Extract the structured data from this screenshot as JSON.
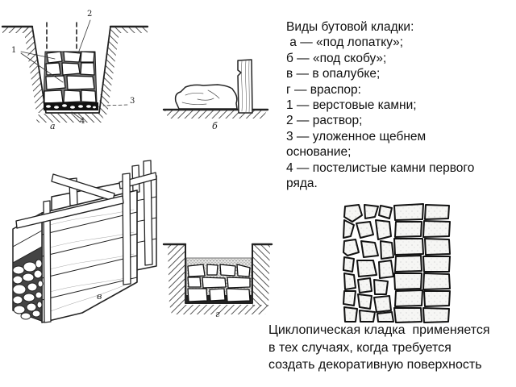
{
  "slide": {
    "background": "#ffffff",
    "ink": "#1a1a1a"
  },
  "legend": {
    "lines": [
      "Виды бутовой кладки:",
      " а — «под лопатку»;",
      "б — «под скобу»;",
      "в — в опалубке;",
      "г — враспор:",
      "1 — верстовые камни;",
      "2 — раствор;",
      "3 — уложенное щебнем",
      "основание;",
      "4 — постелистые камни первого",
      "ряда."
    ]
  },
  "caption": {
    "lines": [
      "Циклопическая кладка  применяется",
      "в тех случаях, когда требуется",
      "создать декоративную поверхность"
    ]
  },
  "figures": {
    "a": {
      "label": "а",
      "callout_1": "1",
      "callout_2": "2",
      "callout_3": "3",
      "callout_4": "4"
    },
    "b": {
      "label": "б"
    },
    "v": {
      "label": "в"
    },
    "g": {
      "label": "г"
    }
  }
}
